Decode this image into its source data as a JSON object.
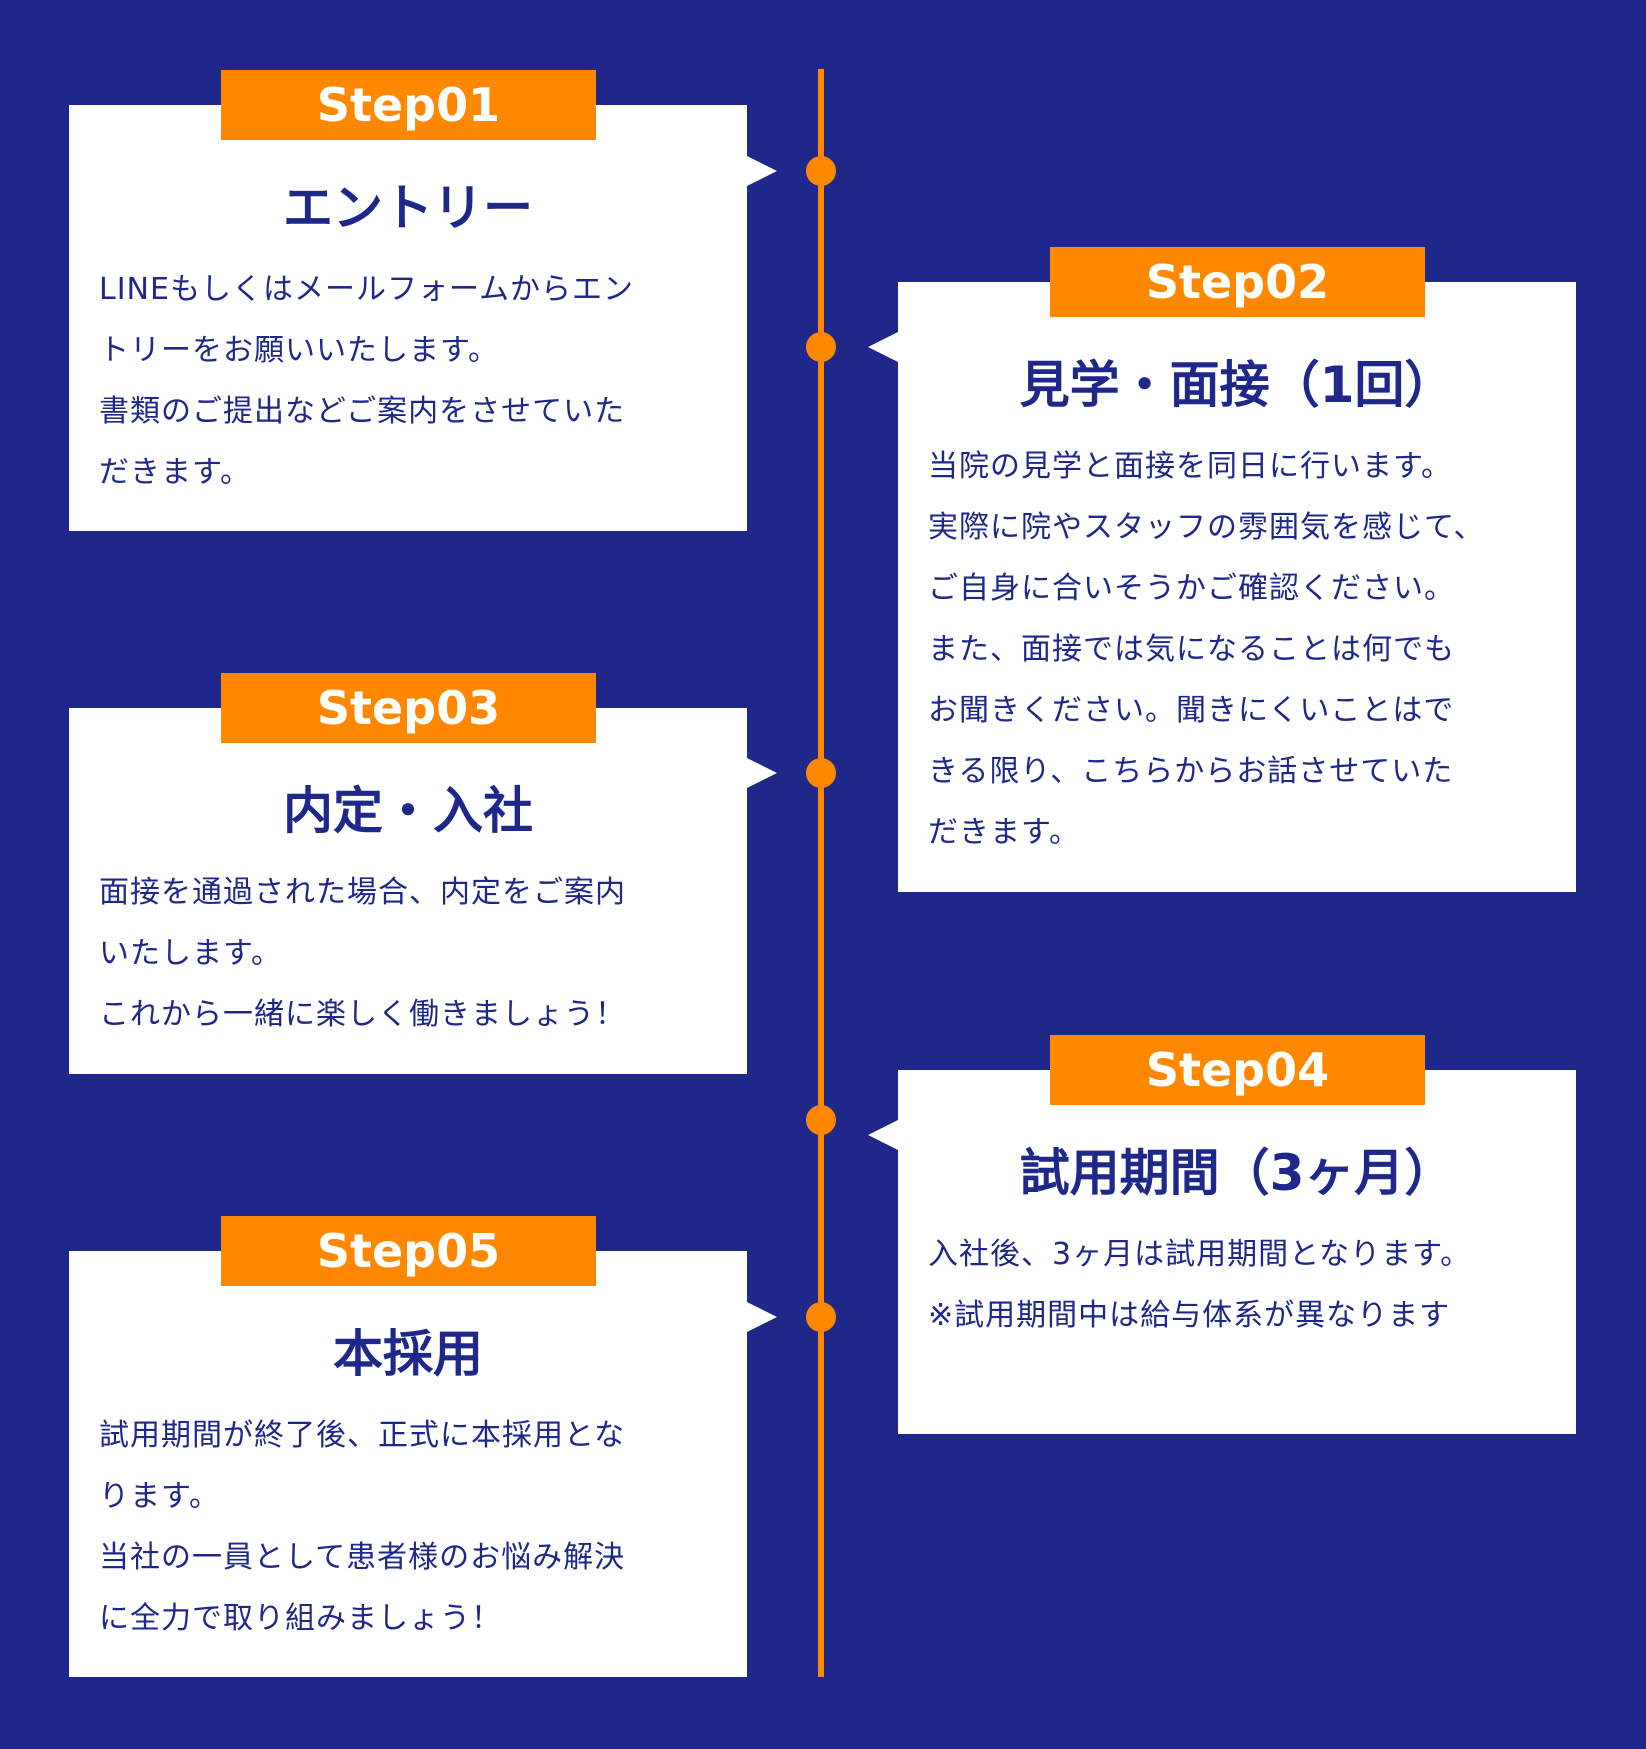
{
  "colors": {
    "background": "#1f288a",
    "accent": "#ff8800",
    "text": "#1f288a"
  },
  "steps": [
    {
      "label": "Step01",
      "title": "エントリー",
      "lines": [
        "LINEもしくはメールフォームからエン",
        "トリーをお願いいたします。",
        "書類のご提出などご案内をさせていた",
        "だきます。"
      ]
    },
    {
      "label": "Step02",
      "title": "見学・面接（1回）",
      "lines": [
        "当院の見学と面接を同日に行います。",
        "実際に院やスタッフの雰囲気を感じて、",
        "ご自身に合いそうかご確認ください。",
        "また、面接では気になることは何でも",
        "お聞きください。聞きにくいことはで",
        "きる限り、こちらからお話させていた",
        "だきます。"
      ]
    },
    {
      "label": "Step03",
      "title": "内定・入社",
      "lines": [
        "面接を通過された場合、内定をご案内",
        "いたします。",
        "これから一緒に楽しく働きましょう！"
      ]
    },
    {
      "label": "Step04",
      "title": "試用期間（3ヶ月）",
      "lines": [
        "入社後、3ヶ月は試用期間となります。",
        "※試用期間中は給与体系が異なります"
      ]
    },
    {
      "label": "Step05",
      "title": "本採用",
      "lines": [
        "試用期間が終了後、正式に本採用とな",
        "ります。",
        "当社の一員として患者様のお悩み解決",
        "に全力で取り組みましょう！"
      ]
    }
  ]
}
